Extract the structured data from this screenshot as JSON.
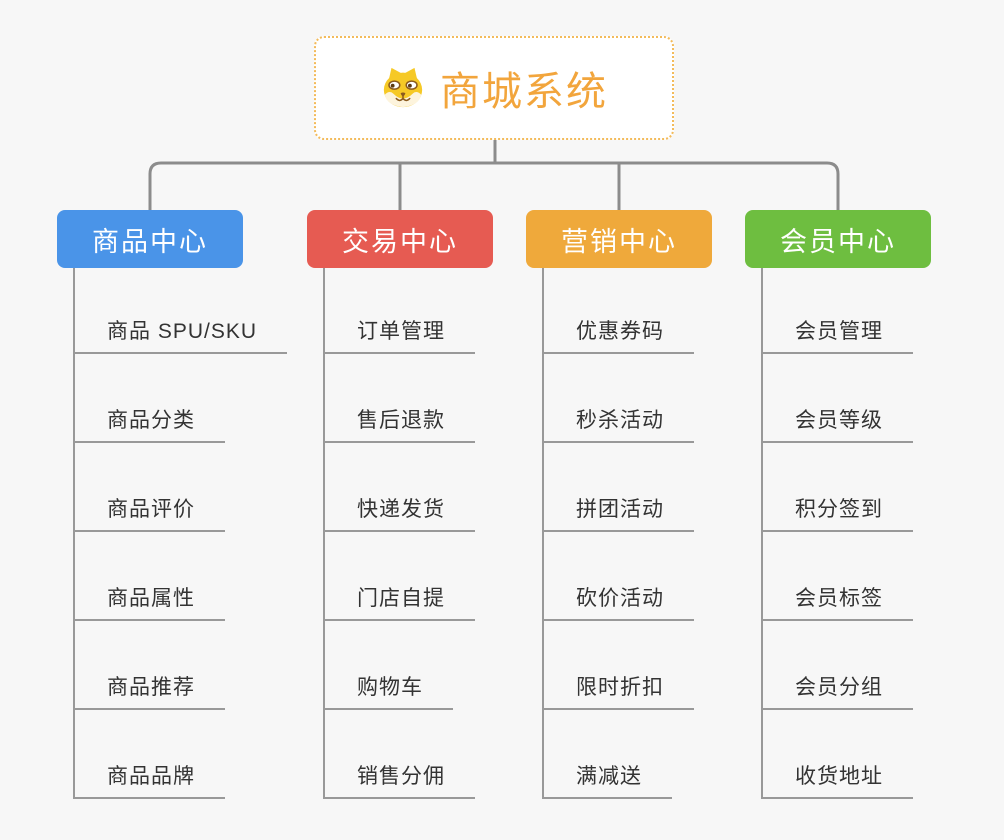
{
  "root": {
    "title": "商城系统",
    "icon": "dog-face-icon"
  },
  "branches": [
    {
      "label": "商品中心",
      "color": "#4A94E8",
      "children": [
        "商品 SPU/SKU",
        "商品分类",
        "商品评价",
        "商品属性",
        "商品推荐",
        "商品品牌"
      ]
    },
    {
      "label": "交易中心",
      "color": "#E65B52",
      "children": [
        "订单管理",
        "售后退款",
        "快递发货",
        "门店自提",
        "购物车",
        "销售分佣"
      ]
    },
    {
      "label": "营销中心",
      "color": "#EFA93B",
      "children": [
        "优惠券码",
        "秒杀活动",
        "拼团活动",
        "砍价活动",
        "限时折扣",
        "满减送"
      ]
    },
    {
      "label": "会员中心",
      "color": "#6EBE40",
      "children": [
        "会员管理",
        "会员等级",
        "积分签到",
        "会员标签",
        "会员分组",
        "收货地址"
      ]
    }
  ],
  "colors": {
    "background": "#F7F7F7",
    "connector": "#8C8C8C",
    "leaf_line": "#999999",
    "leaf_text": "#333333",
    "root_accent": "#F2A53C",
    "root_border": "#F3BB5B"
  }
}
